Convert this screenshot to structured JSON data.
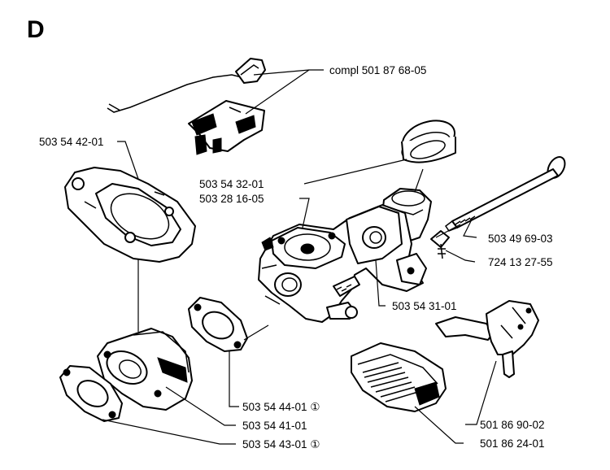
{
  "section_letter": "D",
  "labels": {
    "compl": "compl 501 87 68-05",
    "p_503544201": "503 54 42-01",
    "p_503543201": "503 54 32-01",
    "p_503281605": "503 28 16-05",
    "p_503496903": "503 49 69-03",
    "p_724132755": "724 13 27-55",
    "p_503543101": "503 54 31-01",
    "p_503544401": "503 54 44-01 ①",
    "p_503544101": "503 54 41-01",
    "p_503544301": "503 54 43-01 ①",
    "p_501869002": "501 86 90-02",
    "p_501862401": "501 86 24-01"
  }
}
